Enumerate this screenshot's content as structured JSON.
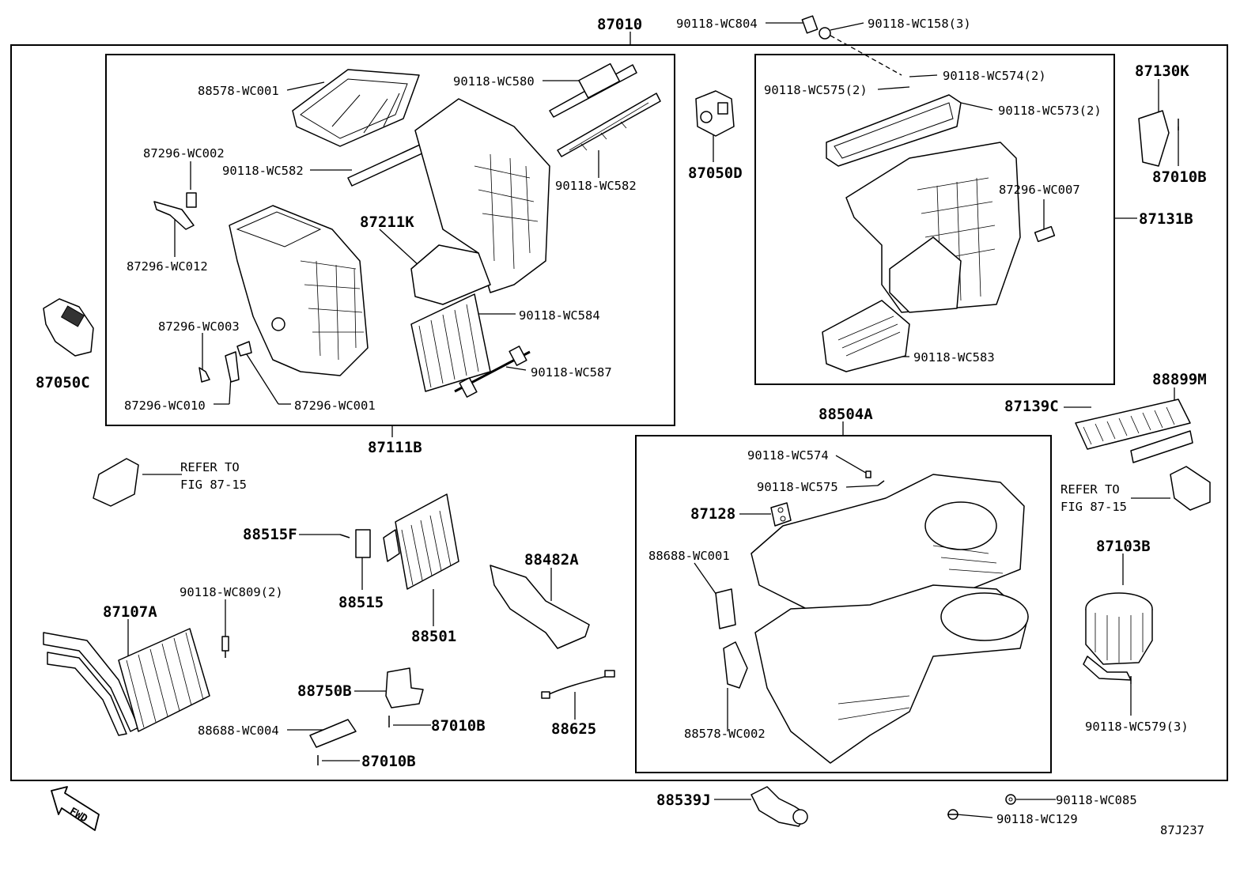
{
  "labels": {
    "p87010": "87010",
    "p90118_WC804": "90118-WC804",
    "p90118_WC158": "90118-WC158(3)",
    "p88578_WC001": "88578-WC001",
    "p90118_WC580": "90118-WC580",
    "p87296_WC002": "87296-WC002",
    "p90118_WC582a": "90118-WC582",
    "p90118_WC582b": "90118-WC582",
    "p87211K": "87211K",
    "p87296_WC012": "87296-WC012",
    "p90118_WC584": "90118-WC584",
    "p87296_WC003": "87296-WC003",
    "p90118_WC587": "90118-WC587",
    "p87050C": "87050C",
    "p87296_WC010": "87296-WC010",
    "p87296_WC001": "87296-WC001",
    "p87111B": "87111B",
    "p87050D": "87050D",
    "p90118_WC574_2": "90118-WC574(2)",
    "p90118_WC575_2": "90118-WC575(2)",
    "p90118_WC573_2": "90118-WC573(2)",
    "p87296_WC007": "87296-WC007",
    "p87131B": "87131B",
    "p90118_WC583": "90118-WC583",
    "p87130K": "87130K",
    "p87010B_top": "87010B",
    "p88899M": "88899M",
    "p87139C": "87139C",
    "p88504A": "88504A",
    "refer1_line1": "REFER TO",
    "refer1_line2": "FIG 87-15",
    "refer2_line1": "REFER TO",
    "refer2_line2": "FIG 87-15",
    "p90118_WC574": "90118-WC574",
    "p90118_WC575": "90118-WC575",
    "p87128": "87128",
    "p88688_WC001": "88688-WC001",
    "p88578_WC002": "88578-WC002",
    "p88515F": "88515F",
    "p88515": "88515",
    "p88501": "88501",
    "p88482A": "88482A",
    "p88625": "88625",
    "p87103B": "87103B",
    "p90118_WC579": "90118-WC579(3)",
    "p87107A": "87107A",
    "p90118_WC809": "90118-WC809(2)",
    "p88750B": "88750B",
    "p87010B_mid": "87010B",
    "p88688_WC004": "88688-WC004",
    "p87010B_low": "87010B",
    "p88539J": "88539J",
    "p90118_WC085": "90118-WC085",
    "p90118_WC129": "90118-WC129",
    "fwd": "FWD",
    "fig_code": "87J237"
  }
}
